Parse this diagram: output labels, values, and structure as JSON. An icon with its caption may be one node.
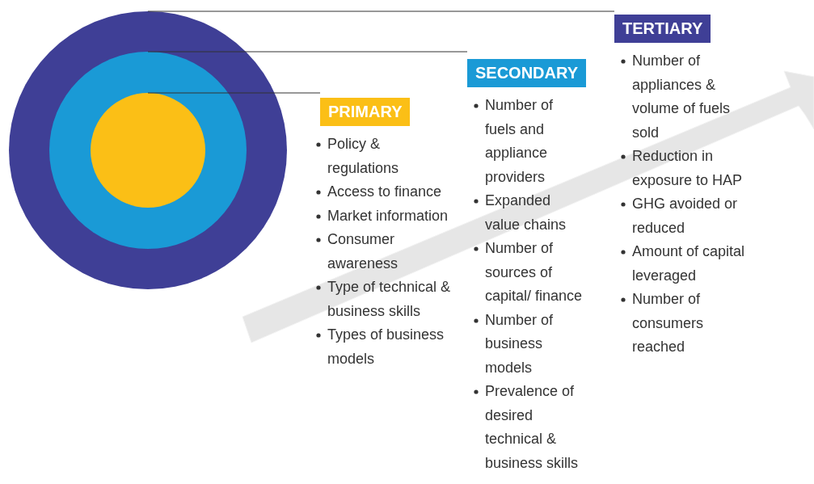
{
  "diagram": {
    "nodes": [
      {
        "text": [],
        "shape": "circle"
      },
      {
        "text": [],
        "shape": "circle",
        "in": 0
      },
      {
        "text": [],
        "shape": "circle",
        "in": 1
      },
      {
        "text": [
          "PRIMARY"
        ],
        "beside": [
          "Policy & regulations",
          "Access to finance",
          "Market information",
          "Consumer awareness",
          "Type of technical & business skills",
          "Types of business models"
        ]
      },
      {
        "text": [
          "SECONDARY"
        ],
        "beside": [
          "Number of fuels and appliance providers",
          "Expanded value chains",
          "Number of sources of capital/ finance",
          "Number of business models",
          "Prevalence of desired technical & business skills"
        ]
      },
      {
        "text": [
          "TERTIARY"
        ],
        "beside": [
          "Number of appliances & volume of fuels sold",
          "Reduction in exposure to HAP",
          "GHG avoided or reduced",
          "Amount of capital leveraged",
          "Number of consumers reached"
        ]
      }
    ],
    "edges": [
      {
        "from": 3,
        "to": 2,
        "arrow": "none"
      },
      {
        "from": 4,
        "to": 1,
        "arrow": "none"
      },
      {
        "from": 5,
        "to": 0,
        "arrow": "none"
      }
    ]
  }
}
